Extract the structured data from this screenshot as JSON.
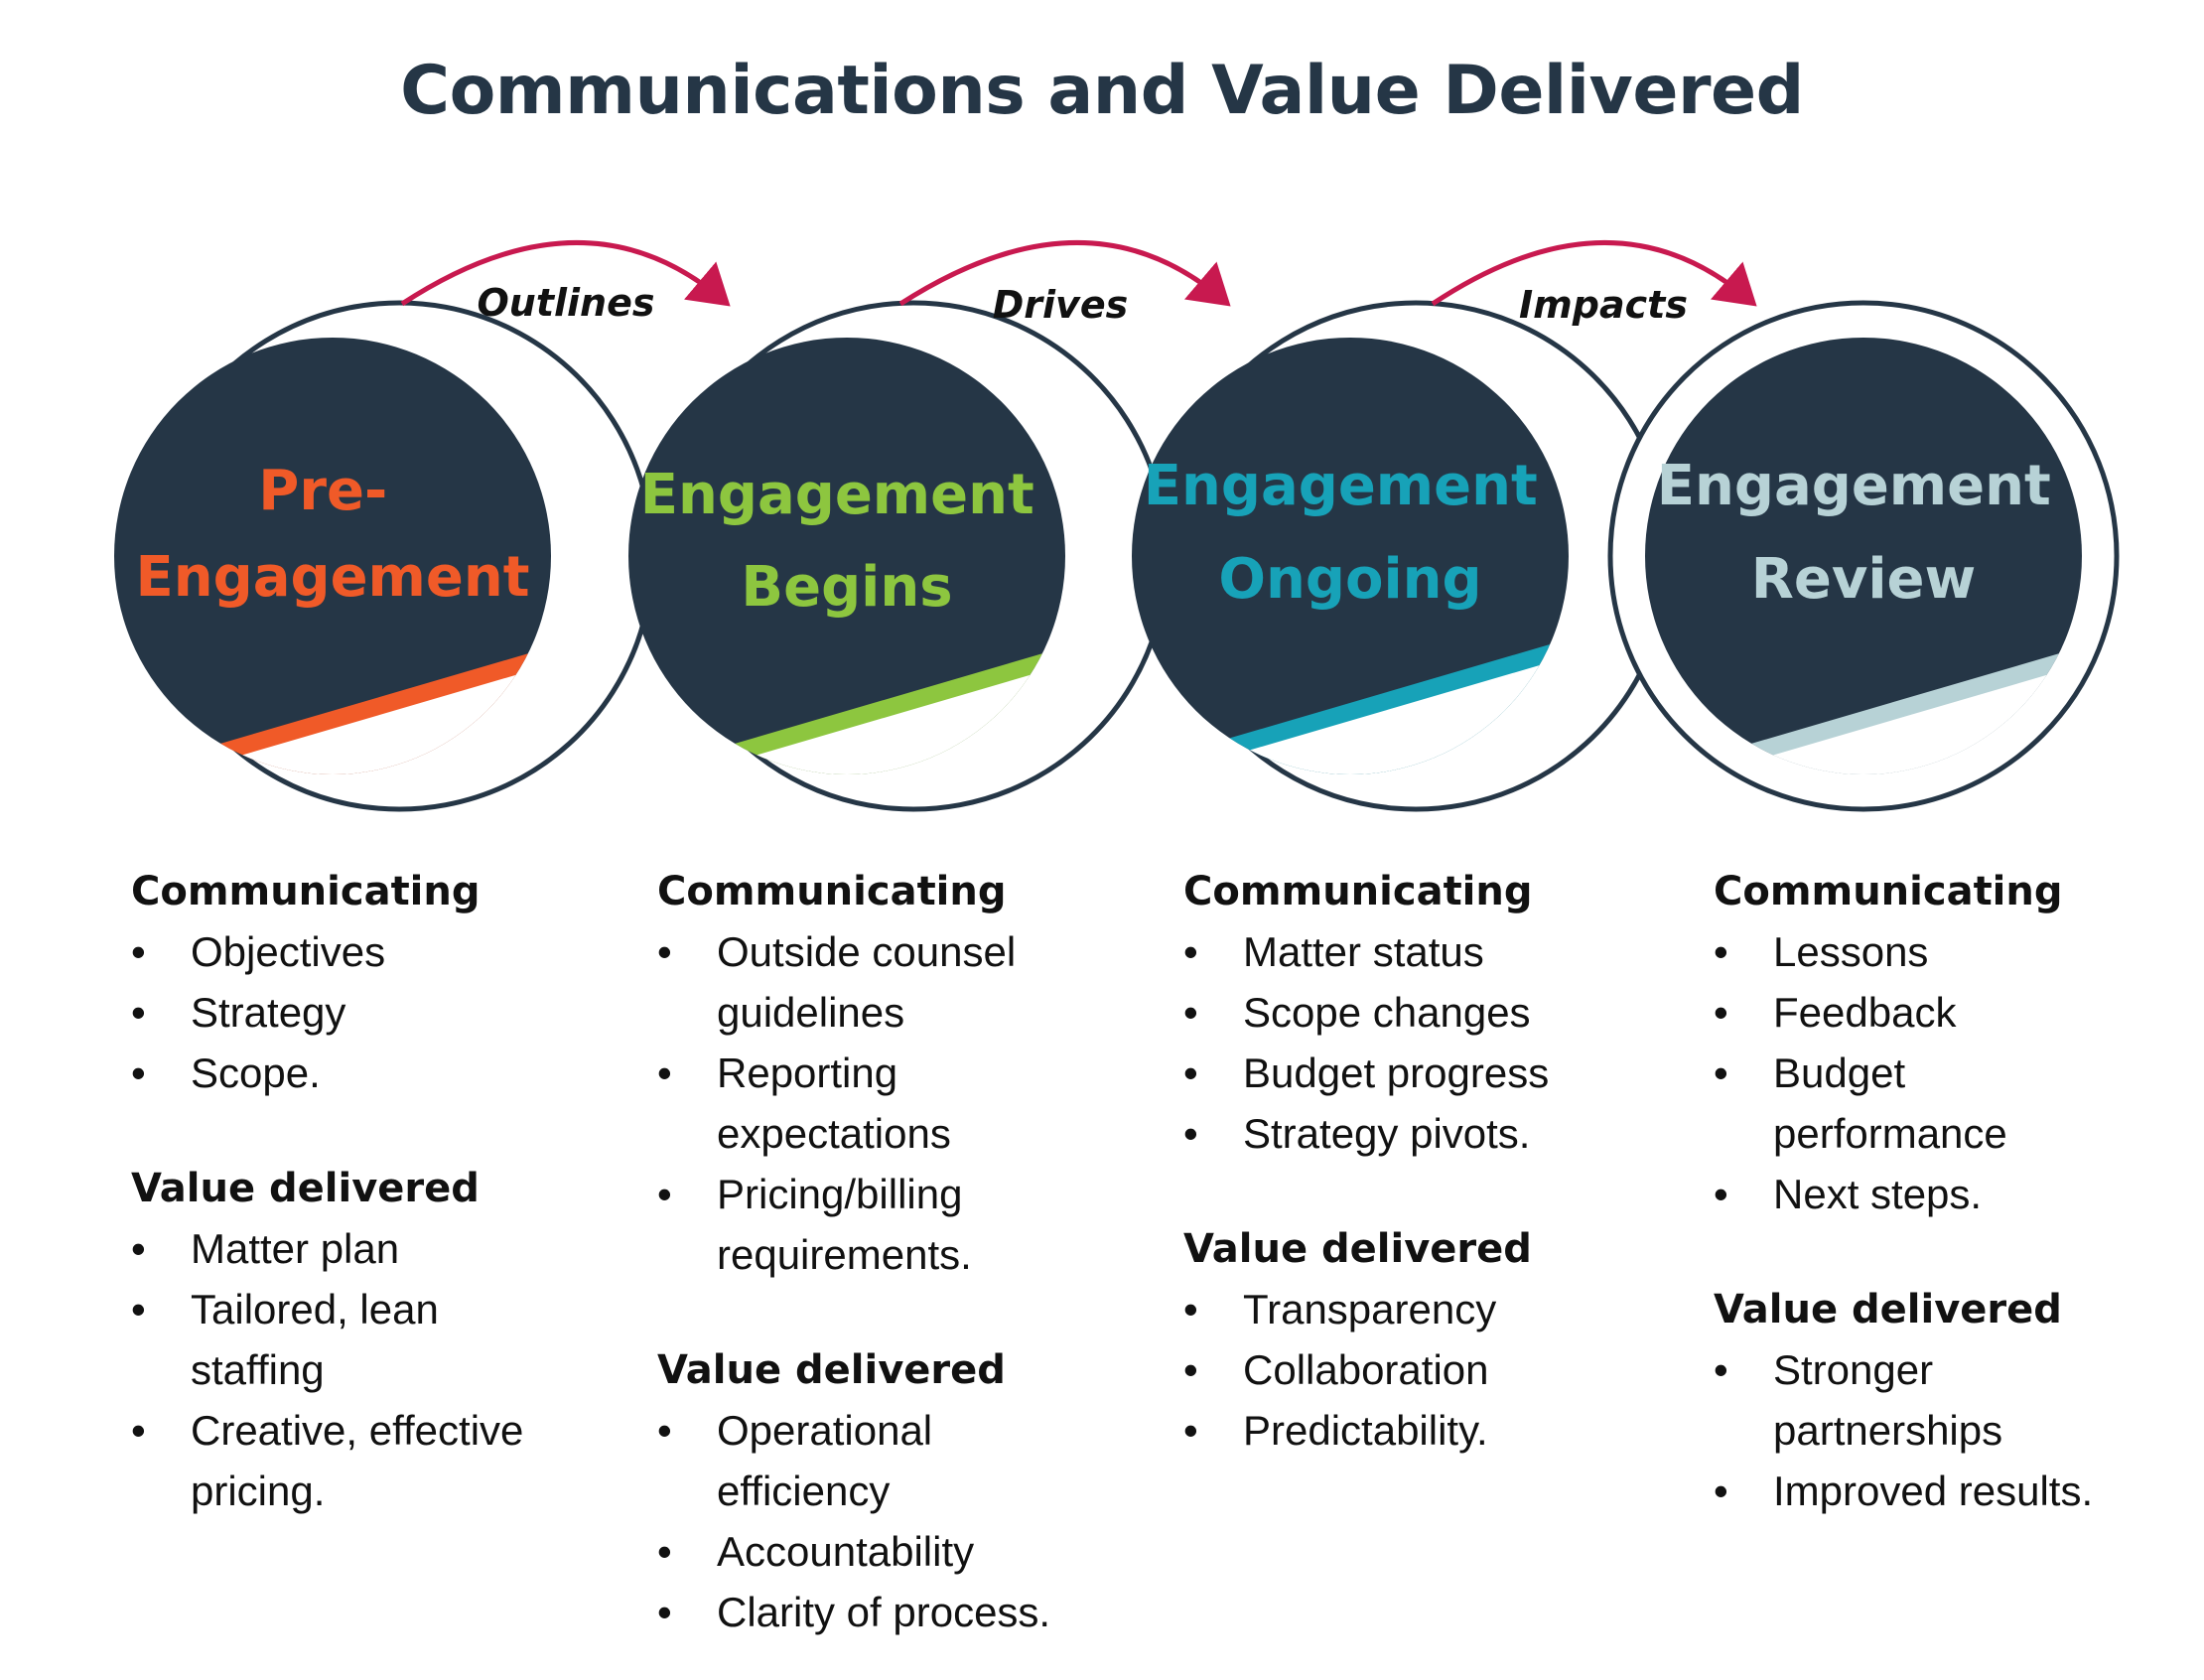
{
  "title": "Communications and Value Delivered",
  "colors": {
    "circle_fill": "#253646",
    "outline": "#253646",
    "arrow": "#c8194f",
    "pre_engagement": "#f05a28",
    "engagement_begins": "#8dc63f",
    "engagement_ongoing": "#17a2b8",
    "engagement_review": "#b7d2d6"
  },
  "connectors": [
    "Outlines",
    "Drives",
    "Impacts"
  ],
  "stages": [
    {
      "title_lines": [
        "Pre-",
        "Engagement"
      ],
      "communicating_heading": "Communicating",
      "communicating": [
        "Objectives",
        "Strategy",
        "Scope."
      ],
      "value_heading": "Value delivered",
      "value": [
        "Matter plan",
        "Tailored, lean staffing",
        "Creative, effective pricing."
      ]
    },
    {
      "title_lines": [
        "Engagement",
        "Begins"
      ],
      "communicating_heading": "Communicating",
      "communicating": [
        "Outside counsel guidelines",
        "Reporting expectations",
        "Pricing/billing requirements."
      ],
      "value_heading": "Value delivered",
      "value": [
        "Operational efficiency",
        "Accountability",
        "Clarity of process."
      ]
    },
    {
      "title_lines": [
        "Engagement",
        "Ongoing"
      ],
      "communicating_heading": "Communicating",
      "communicating": [
        "Matter status",
        "Scope changes",
        "Budget progress",
        "Strategy pivots."
      ],
      "value_heading": "Value delivered",
      "value": [
        "Transparency",
        "Collaboration",
        "Predictability."
      ]
    },
    {
      "title_lines": [
        "Engagement",
        "Review"
      ],
      "communicating_heading": "Communicating",
      "communicating": [
        "Lessons",
        "Feedback",
        "Budget performance",
        "Next steps."
      ],
      "value_heading": "Value delivered",
      "value": [
        "Stronger partnerships",
        "Improved results."
      ]
    }
  ]
}
